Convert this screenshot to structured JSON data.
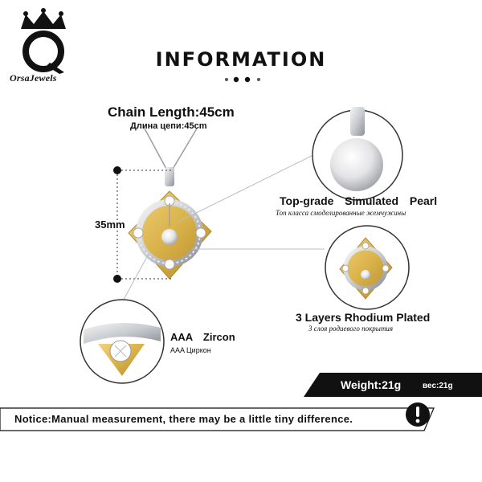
{
  "brand": {
    "name": "OrsaJewels",
    "logo": "crown-o-logo"
  },
  "header": {
    "title": "INFORMATION"
  },
  "chain": {
    "length": "Chain Length:45cm",
    "length_ru": "Длина цепи:45cm"
  },
  "dimension": {
    "height": "35mm"
  },
  "features": {
    "pearl": {
      "title": "Top-grade  Simulated  Pearl",
      "subtitle": "Топ класса смоделированные жемчужины"
    },
    "rhodium": {
      "title": "3 Layers Rhodium Plated",
      "subtitle": "3 слоя родиевого покрытия"
    },
    "zircon": {
      "title": "AAA  Zircon",
      "subtitle": "AAA Циркон"
    }
  },
  "weight": {
    "value": "Weight:21g",
    "value_ru": "вес:21g"
  },
  "notice": {
    "text": "Notice:Manual measurement, there may be a little tiny difference.",
    "icon": "exclamation-icon"
  },
  "colors": {
    "gold": "#d9b24a",
    "silver": "#c9ccd0",
    "dark": "#111111"
  }
}
